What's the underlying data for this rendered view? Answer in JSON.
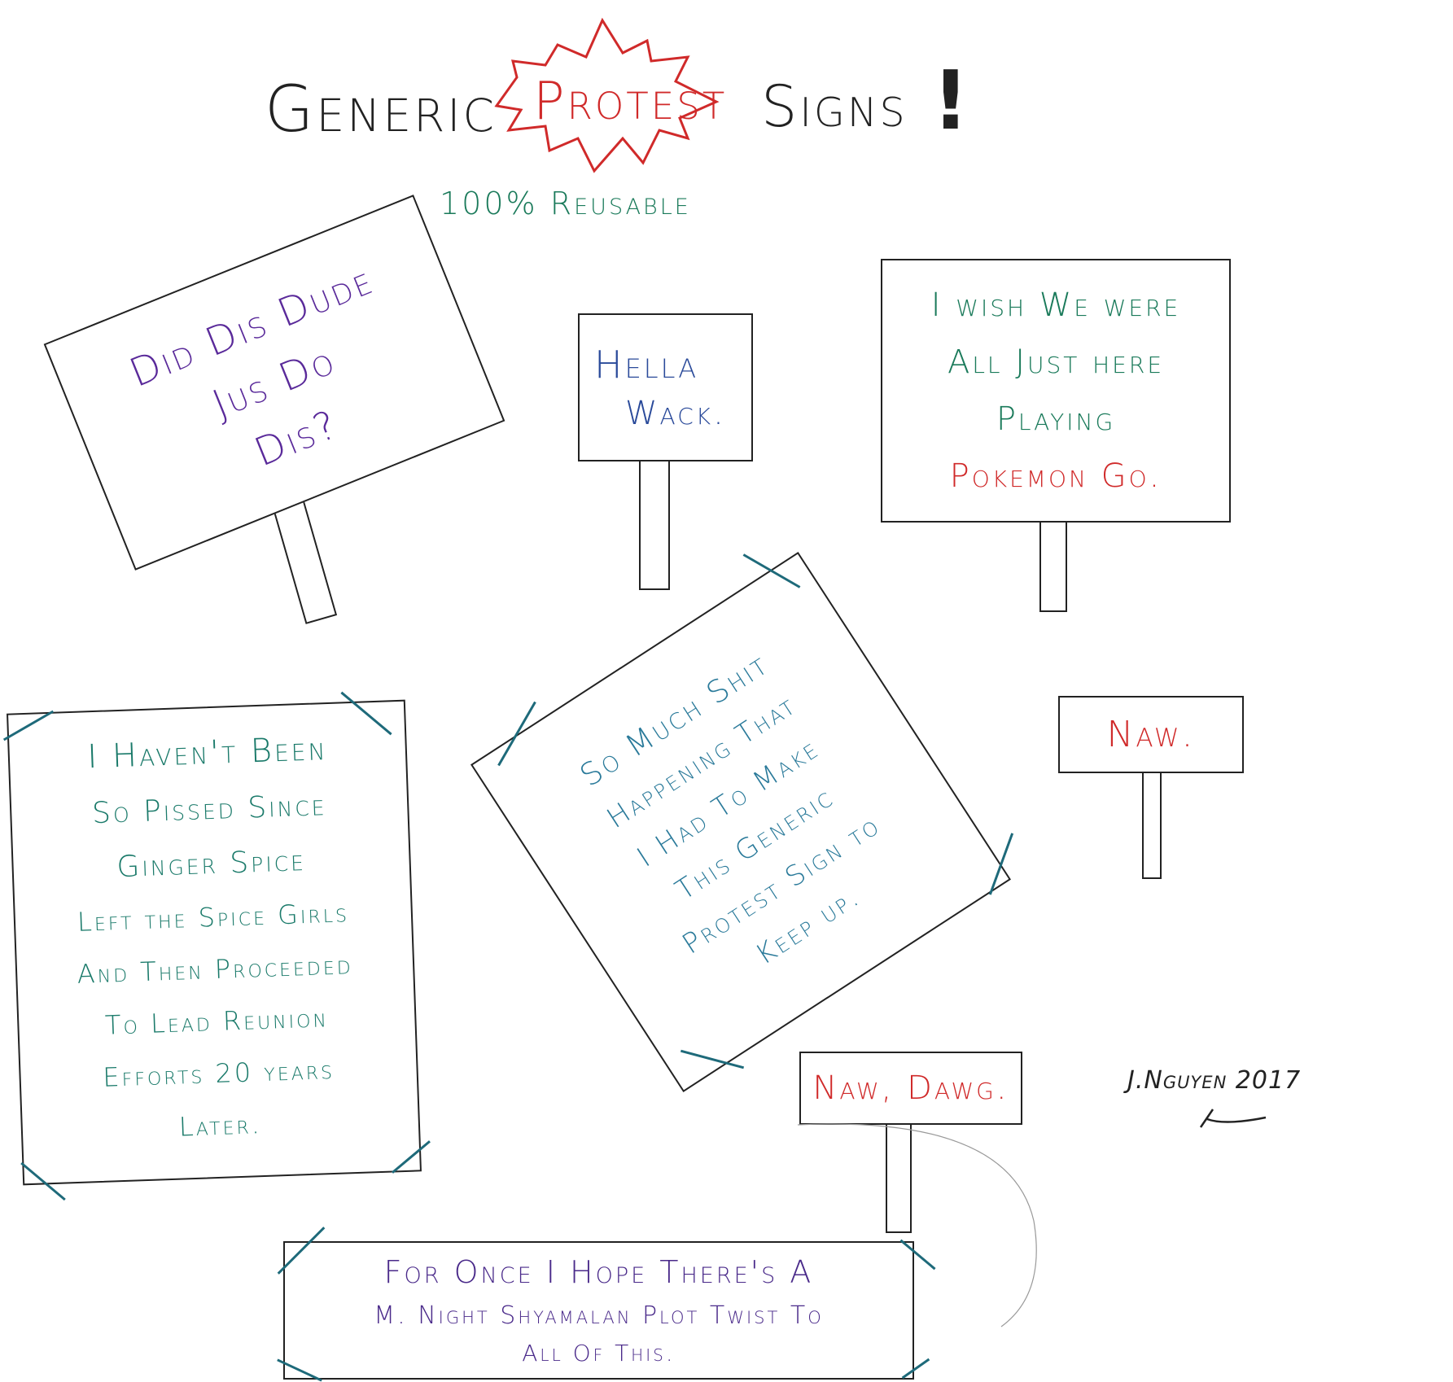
{
  "title": {
    "word1": "Generic",
    "word2": "Protest",
    "word3": "Signs",
    "bang": "!"
  },
  "subtitle": "100% Reusable",
  "signs": {
    "did_dis": {
      "lines": [
        "Did Dis Dude",
        "Jus Do",
        "Dis?"
      ],
      "color": "#5a2a9a"
    },
    "hella": {
      "lines": [
        "Hella",
        "Wack."
      ],
      "color": "#2a4a9a"
    },
    "wish": {
      "lines": [
        "I wish We were",
        "All Just here",
        "Playing"
      ],
      "line_red": "Pokemon Go.",
      "color": "#1a7a5a",
      "red": "#d02a2a"
    },
    "pissed": {
      "lines": [
        "I Haven't Been",
        "So Pissed Since",
        "Ginger Spice",
        "Left the Spice Girls",
        "And Then Proceeded",
        "To Lead Reunion",
        "Efforts 20 years",
        "Later."
      ],
      "color": "#1a7a6a"
    },
    "so_much": {
      "lines": [
        "So Much Shit",
        "Happening That",
        "I Had To Make",
        "This Generic",
        "Protest Sign to",
        "Keep up."
      ],
      "color": "#2a7a9a"
    },
    "naw": {
      "text": "Naw.",
      "color": "#d02a2a"
    },
    "naw_dawg": {
      "text": "Naw, Dawg.",
      "color": "#d02a2a"
    },
    "shyamalan": {
      "lines": [
        "For Once I Hope There's A",
        "M. Night Shyamalan Plot Twist To",
        "All Of This."
      ],
      "color": "#4a2a8a"
    }
  },
  "signature": "J.Nguyen 2017",
  "colors": {
    "ink": "#222222",
    "red": "#d02a2a",
    "green": "#1a7a5a",
    "tape": "#1e6a7a"
  }
}
